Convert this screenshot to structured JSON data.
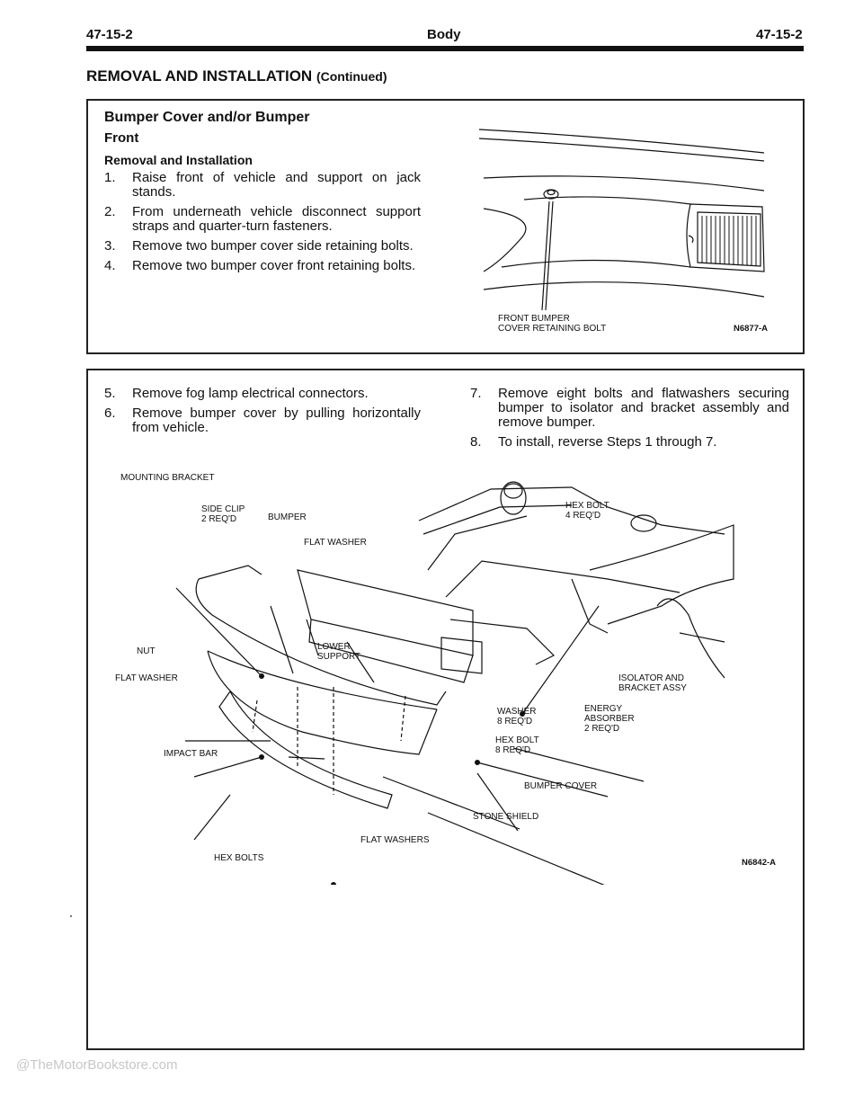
{
  "header": {
    "left": "47-15-2",
    "center": "Body",
    "right": "47-15-2"
  },
  "section_title": {
    "main": "REMOVAL AND INSTALLATION",
    "suffix": "(Continued)"
  },
  "box1": {
    "title": "Bumper Cover and/or Bumper",
    "subtitle": "Front",
    "heading": "Removal and Installation",
    "steps": [
      {
        "num": "1.",
        "text": "Raise front of vehicle and support on jack stands."
      },
      {
        "num": "2.",
        "text": "From underneath vehicle disconnect support straps and quarter-turn fasteners."
      },
      {
        "num": "3.",
        "text": "Remove two bumper cover side retaining bolts."
      },
      {
        "num": "4.",
        "text": "Remove two bumper cover front retaining bolts."
      }
    ],
    "figure": {
      "label_line1": "FRONT BUMPER",
      "label_line2": "COVER RETAINING BOLT",
      "id": "N6877-A"
    }
  },
  "box2": {
    "steps_left": [
      {
        "num": "5.",
        "text": "Remove fog lamp electrical connectors."
      },
      {
        "num": "6.",
        "text": "Remove bumper cover by pulling horizontally from vehicle."
      }
    ],
    "steps_right": [
      {
        "num": "7.",
        "text": "Remove eight bolts and flatwashers securing bumper to isolator and bracket assembly and remove bumper."
      },
      {
        "num": "8.",
        "text": "To install, reverse Steps 1 through 7."
      }
    ],
    "figure": {
      "labels": {
        "mounting_bracket": "MOUNTING BRACKET",
        "side_clip_1": "SIDE CLIP",
        "side_clip_2": "2 REQ'D",
        "bumper": "BUMPER",
        "flat_washer": "FLAT WASHER",
        "hex_bolt_4_1": "HEX BOLT",
        "hex_bolt_4_2": "4 REQ'D",
        "nut": "NUT",
        "flat_washer_left": "FLAT WASHER",
        "lower_support_1": "LOWER",
        "lower_support_2": "SUPPORT",
        "isolator_1": "ISOLATOR AND",
        "isolator_2": "BRACKET ASSY",
        "energy_1": "ENERGY",
        "energy_2": "ABSORBER",
        "energy_3": "2 REQ'D",
        "washer_1": "WASHER",
        "washer_2": "8 REQ'D",
        "hex_bolt_8_1": "HEX BOLT",
        "hex_bolt_8_2": "8 REQ'D",
        "impact_bar": "IMPACT BAR",
        "bumper_cover": "BUMPER COVER",
        "stone_shield": "STONE SHIELD",
        "flat_washers": "FLAT WASHERS",
        "hex_bolts": "HEX BOLTS"
      },
      "id": "N6842-A"
    }
  },
  "watermark": "@TheMotorBookstore.com"
}
